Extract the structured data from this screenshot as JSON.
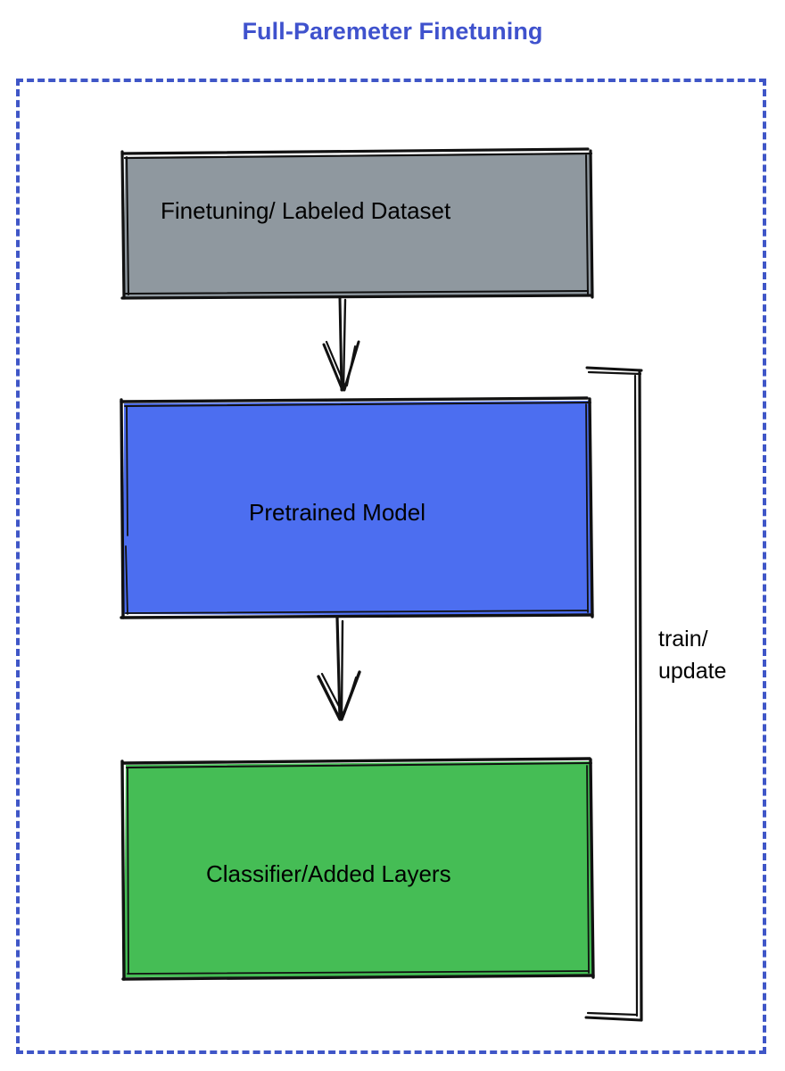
{
  "title": "Full-Paremeter Finetuning",
  "title_color": "#3f52cd",
  "frame": {
    "style": "dashed",
    "color": "#3f56c7"
  },
  "nodes": [
    {
      "id": "dataset",
      "label": "Finetuning/ Labeled Dataset",
      "fill": "#8f989f",
      "stroke": "#000000",
      "text_color": "#000000"
    },
    {
      "id": "pretrained",
      "label": "Pretrained Model",
      "fill": "#4c6ef0",
      "stroke": "#000000",
      "text_color": "#000000"
    },
    {
      "id": "classifier",
      "label": "Classifier/Added Layers",
      "fill": "#45bd55",
      "stroke": "#000000",
      "text_color": "#000000"
    }
  ],
  "edges": [
    {
      "id": "dataset-to-pretrained",
      "label": "",
      "from": "dataset",
      "to": "pretrained",
      "arrow": "down"
    },
    {
      "id": "pretrained-to-classifier",
      "label": "",
      "from": "pretrained",
      "to": "classifier",
      "arrow": "down"
    },
    {
      "id": "feedback-loop",
      "label": "train/\nupdate",
      "label_line1": "train/",
      "label_line2": "update",
      "from": "classifier",
      "to": "pretrained",
      "arrow": "none"
    }
  ]
}
